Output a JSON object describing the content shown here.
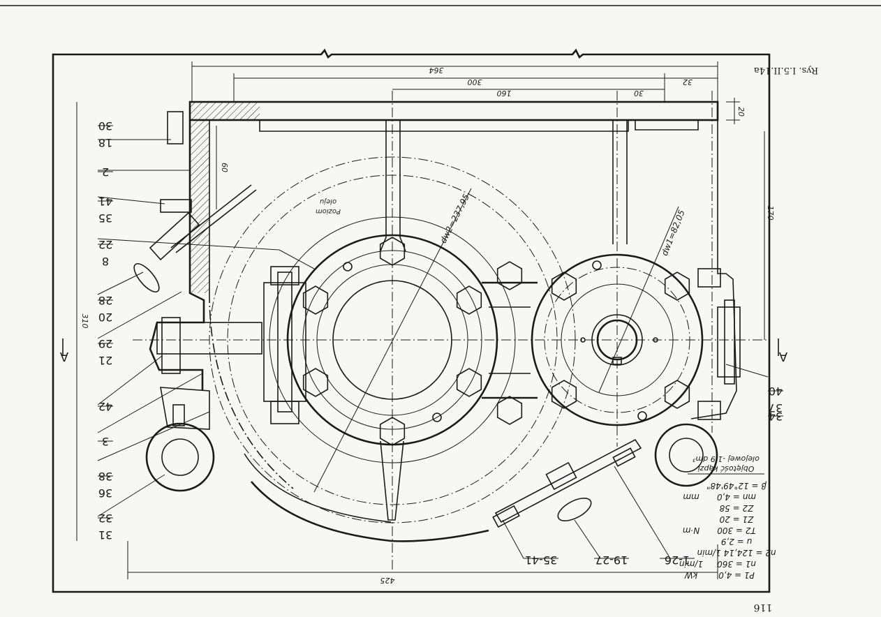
{
  "figure": {
    "caption": "Rys. I.5.II.14a",
    "page_number": "116",
    "section_marks": [
      "A",
      "A"
    ]
  },
  "dimensions": {
    "d364": "364",
    "d300": "300",
    "d160": "160",
    "d30": "30",
    "d32": "32",
    "d20": "20",
    "d60": "60",
    "d170": "170",
    "d310": "310",
    "d425": "425",
    "dw2": "dw2=237,95",
    "dw1": "dw1=82,05"
  },
  "oil_label": [
    "Poziom",
    "oleju"
  ],
  "part_labels": {
    "left": [
      {
        "top": "30",
        "bottom": "18"
      },
      {
        "top": "2",
        "bottom": ""
      },
      {
        "top": "41",
        "bottom": "35"
      },
      {
        "top": "22",
        "bottom": "8"
      },
      {
        "top": "28",
        "bottom": "20"
      },
      {
        "top": "29",
        "bottom": "21"
      },
      {
        "top": "42",
        "bottom": ""
      },
      {
        "top": "3",
        "bottom": ""
      },
      {
        "top": "38",
        "bottom": "36"
      },
      {
        "top": "32",
        "bottom": "31"
      }
    ],
    "right": [
      {
        "top": "40",
        "bottom": "37"
      },
      {
        "top": "34",
        "bottom": ""
      }
    ],
    "bottom": [
      "35-41",
      "19-27",
      "1-26"
    ]
  },
  "spec_table": [
    {
      "sym": "P1 = 4,0",
      "unit": "kW"
    },
    {
      "sym": "n1 = 360",
      "unit": "1/min"
    },
    {
      "sym": "n2 = 124,14 1/min",
      "unit": ""
    },
    {
      "sym": "u = 2,9",
      "unit": ""
    },
    {
      "sym": "T2 = 300",
      "unit": "N·m"
    },
    {
      "sym": "Z1 = 20",
      "unit": ""
    },
    {
      "sym": "Z2 = 58",
      "unit": ""
    },
    {
      "sym": "mn = 4,0",
      "unit": "mm"
    },
    {
      "sym": "β = 12°49'48\"",
      "unit": ""
    }
  ],
  "oil_volume": [
    "Objętość kąpzi",
    "olejowej -1,9 dm³"
  ],
  "colors": {
    "ink": "#1a1a1a",
    "paper": "#f7f7f5"
  }
}
